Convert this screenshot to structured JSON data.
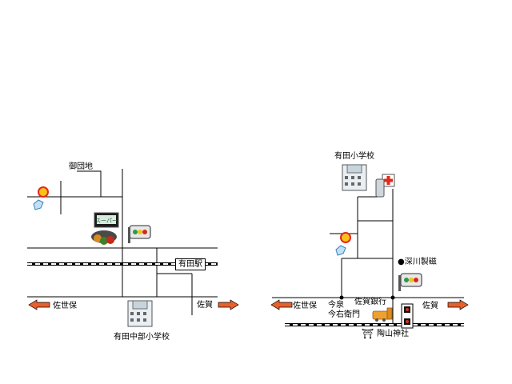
{
  "left_map": {
    "labels": {
      "danchi": "御団地",
      "station": "有田駅",
      "sasebo": "佐世保",
      "saga": "佐賀",
      "school": "有田中部小学校",
      "super": "スーパー"
    }
  },
  "right_map": {
    "labels": {
      "school": "有田小学校",
      "fukagawa": "●深川製磁",
      "sasebo": "佐世保",
      "saga": "佐賀",
      "imaizumi": "今泉",
      "imaemon": "今右衛門",
      "saga_bank": "佐賀銀行",
      "shrine": "陶山神社",
      "shrine_mark": "⛩"
    }
  },
  "colors": {
    "road": "#000000",
    "arrow": "#e8602c",
    "sign_ring": "#e8261a",
    "sign_fill": "#f7c21a",
    "building": "#7a8a9a"
  }
}
